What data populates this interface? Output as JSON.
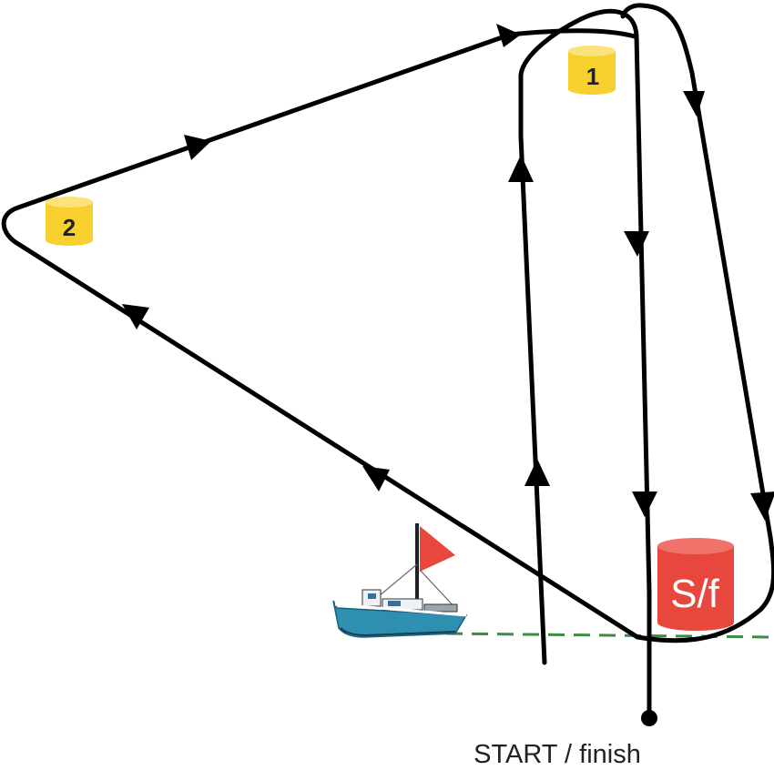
{
  "marks": {
    "mark1": {
      "label": "1"
    },
    "mark2": {
      "label": "2"
    },
    "start_finish_mark": {
      "label": "S/f"
    }
  },
  "start_label": "START / finish",
  "colors": {
    "course_line": "#000000",
    "yellow_mark": "#f7cf2e",
    "yellow_mark_top": "#fbe27a",
    "red_mark": "#e8473e",
    "red_mark_top": "#f0726a",
    "start_line": "#3b8c45",
    "boat_flag": "#e8473e",
    "boat_hull": "#2f8fb0",
    "boat_cabin": "#eef2f4"
  },
  "icons": {
    "committee_boat": "committee-boat-icon"
  }
}
